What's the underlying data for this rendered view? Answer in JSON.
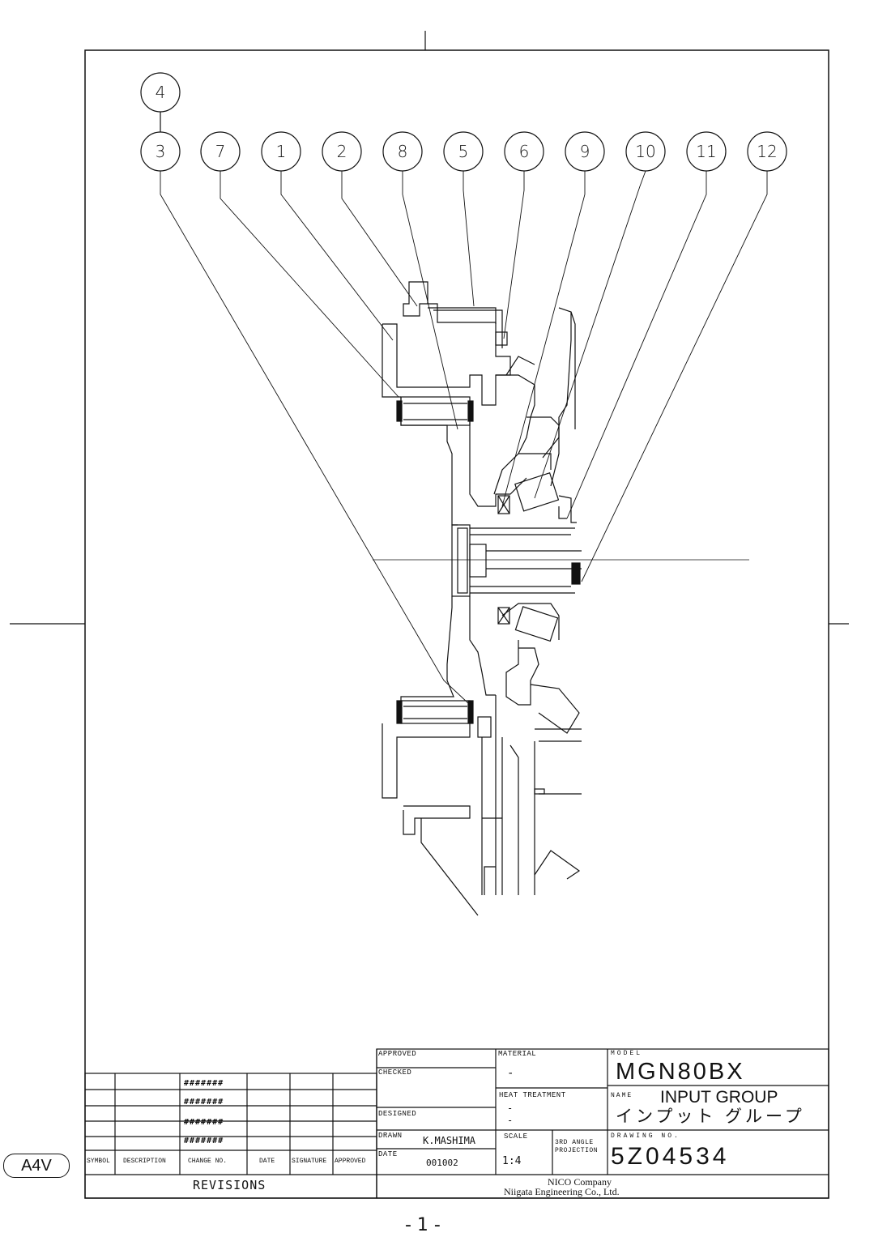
{
  "callouts": [
    "4",
    "3",
    "7",
    "1",
    "2",
    "8",
    "5",
    "6",
    "9",
    "10",
    "11",
    "12"
  ],
  "title_block": {
    "approved_label": "APPROVED",
    "checked_label": "CHECKED",
    "designed_label": "DESIGNED",
    "drawn_label": "DRAWN",
    "drawn_value": "K.MASHIMA",
    "date_label": "DATE",
    "date_value": "001002",
    "material_label": "MATERIAL",
    "material_value": "-",
    "heat_label": "HEAT TREATMENT",
    "heat_value_1": "-",
    "heat_value_2": "-",
    "scale_label": "SCALE",
    "scale_value": "1:4",
    "projection_label_1": "3RD ANGLE",
    "projection_label_2": "PROJECTION",
    "model_label": "MODEL",
    "model_value": "MGN80BX",
    "name_label": "NAME",
    "name_value": "INPUT GROUP",
    "name_value_jp": "インプット グループ",
    "drawing_no_label": "DRAWING NO.",
    "drawing_no_value": "5Z04534",
    "company_1": "NICO Company",
    "company_2": "Niigata Engineering Co., Ltd."
  },
  "revisions": {
    "headers": [
      "SYMBOL",
      "DESCRIPTION",
      "CHANGE NO.",
      "DATE",
      "SIGNATURE",
      "APPROVED"
    ],
    "change_nos": [
      "#######",
      "#######",
      "#######",
      "#######"
    ],
    "footer": "REVISIONS"
  },
  "size_badge": "A4V",
  "page_number": "- 1 -"
}
